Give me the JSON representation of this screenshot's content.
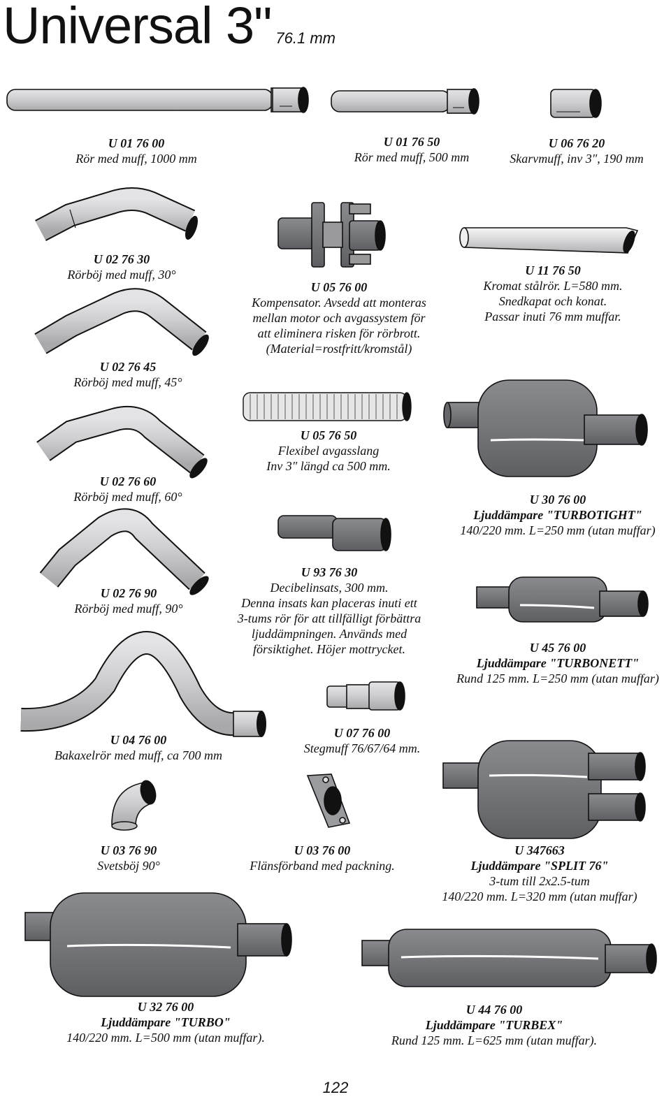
{
  "page": {
    "title": "Universal 3\"",
    "subtitle": "76.1 mm",
    "page_number": "122"
  },
  "products": [
    {
      "code": "U 01 76 00",
      "lines": [
        "Rör med muff, 1000 mm"
      ]
    },
    {
      "code": "U 01 76 50",
      "lines": [
        "Rör med muff, 500 mm"
      ]
    },
    {
      "code": "U 06 76 20",
      "lines": [
        "Skarvmuff, inv 3\", 190 mm"
      ]
    },
    {
      "code": "U 02 76 30",
      "lines": [
        "Rörböj med muff, 30°"
      ]
    },
    {
      "code": "U 05 76 00",
      "lines": [
        "Kompensator. Avsedd att monteras",
        "mellan motor och avgassystem för",
        "att eliminera risken för rörbrott.",
        "(Material=rostfritt/kromstål)"
      ]
    },
    {
      "code": "U 11 76 50",
      "lines": [
        "Kromat stålrör. L=580 mm.",
        "Snedkapat och konat.",
        "Passar inuti 76 mm muffar."
      ]
    },
    {
      "code": "U 02 76 45",
      "lines": [
        "Rörböj med muff, 45°"
      ]
    },
    {
      "code": "U 05 76 50",
      "lines": [
        "Flexibel avgasslang",
        "Inv 3\" längd ca 500 mm."
      ]
    },
    {
      "code": "U 02 76 60",
      "lines": [
        "Rörböj med muff, 60°"
      ]
    },
    {
      "code": "U 30 76 00",
      "lines": [
        "Ljuddämpare \"TURBOTIGHT\"",
        "140/220 mm. L=250 mm (utan muffar)"
      ]
    },
    {
      "code": "U 02 76 90",
      "lines": [
        "Rörböj med muff, 90°"
      ]
    },
    {
      "code": "U 93 76 30",
      "lines": [
        "Decibelinsats, 300 mm.",
        "Denna insats kan placeras inuti ett",
        "3-tums rör för att tillfälligt förbättra",
        "ljuddämpningen. Används med",
        "försiktighet. Höjer mottrycket."
      ]
    },
    {
      "code": "U 45 76 00",
      "lines": [
        "Ljuddämpare \"TURBONETT\"",
        "Rund 125 mm. L=250 mm (utan muffar)"
      ]
    },
    {
      "code": "U 04 76 00",
      "lines": [
        "Bakaxelrör med muff,  ca 700 mm"
      ]
    },
    {
      "code": "U 07 76 00",
      "lines": [
        "Stegmuff 76/67/64 mm."
      ]
    },
    {
      "code": "U 03 76 90",
      "lines": [
        "Svetsböj 90°"
      ]
    },
    {
      "code": "U 03 76 00",
      "lines": [
        "Flänsförband med packning."
      ]
    },
    {
      "code": "U 347663",
      "lines": [
        "Ljuddämpare \"SPLIT 76\"",
        "3-tum till 2x2.5-tum",
        "140/220 mm. L=320 mm (utan muffar)"
      ]
    },
    {
      "code": "U 32 76 00",
      "lines": [
        "Ljuddämpare \"TURBO\"",
        "140/220 mm. L=500 mm (utan muffar)."
      ]
    },
    {
      "code": "U 44 76 00",
      "lines": [
        "Ljuddämpare \"TURBEX\"",
        "Rund 125 mm. L=625 mm (utan muffar)."
      ]
    }
  ],
  "colors": {
    "pipe": "#c8c8ca",
    "pipe_dark": "#9a9a9c",
    "muffler": "#75767a",
    "outline": "#111111",
    "paper": "#ffffff"
  }
}
